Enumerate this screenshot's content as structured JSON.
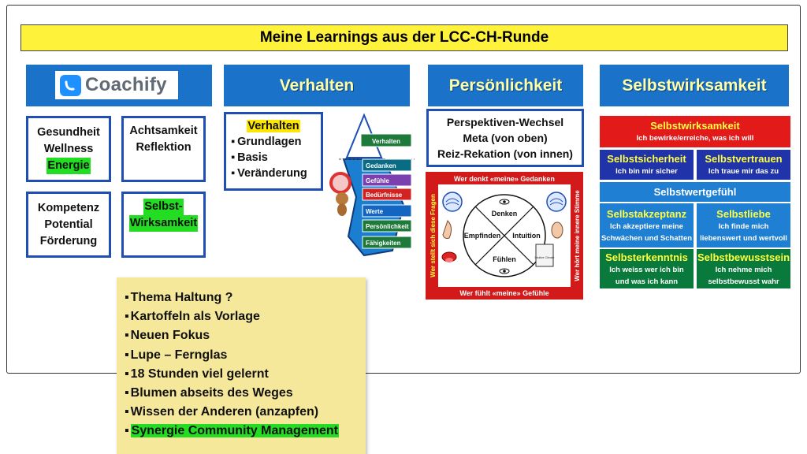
{
  "title": "Meine Learnings aus der LCC-CH-Runde",
  "columns": {
    "coachify": {
      "logo_text": "Coachify"
    },
    "verhalten": {
      "label": "Verhalten"
    },
    "persoenlichkeit": {
      "label": "Persönlichkeit"
    },
    "selbstwirksamkeit": {
      "label": "Selbstwirksamkeit"
    }
  },
  "coachify_boxes": {
    "b1": {
      "l1": "Gesundheit",
      "l2": "Wellness",
      "l3": "Energie"
    },
    "b2": {
      "l1": "Achtsamkeit",
      "l2": "Reflektion"
    },
    "b3": {
      "l1": "Kompetenz",
      "l2": "Potential",
      "l3": "Förderung"
    },
    "b4": {
      "l1": "Selbst-",
      "l2": "Wirksamkeit"
    }
  },
  "verhalten_box": {
    "head": "Verhalten",
    "items": [
      "Grundlagen",
      "Basis",
      "Veränderung"
    ]
  },
  "iceberg_labels": [
    "Verhalten",
    "Gedanken",
    "Gefühle",
    "Bedürfnisse",
    "Werte",
    "Persönlichkeit",
    "Fähigkeiten"
  ],
  "persp_box": {
    "l1": "Perspektiven-Wechsel",
    "l2": "Meta (von oben)",
    "l3": "Reiz-Rekation (von innen)"
  },
  "quad": {
    "top": "Wer denkt «meine» Gedanken",
    "bottom": "Wer fühlt «meine» Gefühle",
    "left": "Wer stellt sich diese Fragen",
    "right": "Wer hört meine innere Stimme",
    "denken": "Denken",
    "empfinden": "Empfinden",
    "intuition": "Intuition",
    "fuehlen": "Fühlen",
    "book": "Intuitive Climate"
  },
  "selbstwirksamkeit": {
    "top": {
      "title": "Selbstwirksamkeit",
      "sub": "Ich bewirke/erreiche, was ich will"
    },
    "row1": [
      {
        "title": "Selbstsicherheit",
        "sub": "Ich bin mir sicher"
      },
      {
        "title": "Selbstvertrauen",
        "sub": "Ich traue mir das zu"
      }
    ],
    "mid": {
      "title": "Selbstwertgefühl"
    },
    "row2": [
      {
        "title": "Selbstakzeptanz",
        "sub1": "Ich akzeptiere meine",
        "sub2": "Schwächen und Schatten"
      },
      {
        "title": "Selbstliebe",
        "sub1": "Ich finde mich",
        "sub2": "liebenswert und wertvoll"
      }
    ],
    "row3": [
      {
        "title": "Selbsterkenntnis",
        "sub1": "Ich weiss wer ich bin",
        "sub2": "und was ich kann"
      },
      {
        "title": "Selbstbewusstsein",
        "sub1": "Ich nehme mich",
        "sub2": "selbstbewusst wahr"
      }
    ]
  },
  "note_items": [
    "Thema Haltung ?",
    "Kartoffeln als Vorlage",
    "Neuen Fokus",
    "Lupe – Fernglas",
    "18 Stunden viel gelernt",
    "Blumen abseits des Weges",
    "Wissen der Anderen (anzapfen)",
    "Synergie Community Management"
  ],
  "colors": {
    "banner": "#fff23a",
    "header_blue": "#1a73c9",
    "box_border": "#1f4fb5",
    "highlight_green": "#22dd22",
    "highlight_yellow": "#ffe600",
    "note": "#f6e89a",
    "sw_red": "#e31a1a",
    "sw_navy": "#2033a8",
    "sw_blue": "#1e7fd3",
    "sw_green": "#0a7a3c"
  }
}
